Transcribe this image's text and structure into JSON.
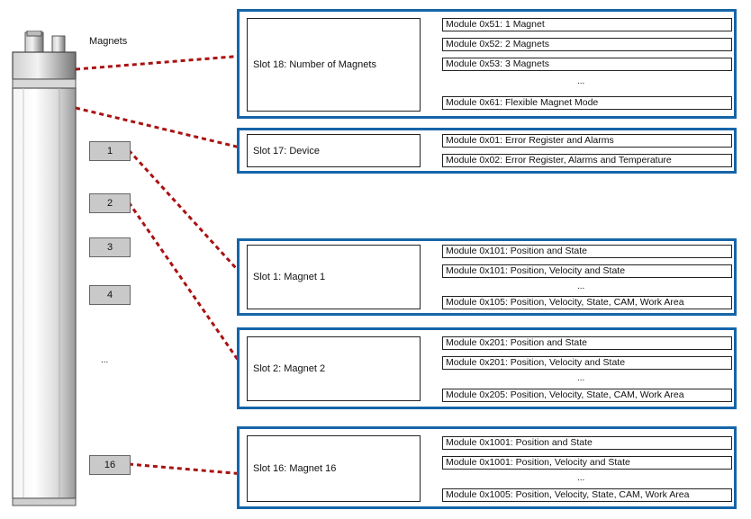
{
  "sensor": {
    "caption": "Magnets"
  },
  "magnets": [
    {
      "id": "1",
      "label": "1"
    },
    {
      "id": "2",
      "label": "2"
    },
    {
      "id": "3",
      "label": "3"
    },
    {
      "id": "4",
      "label": "4"
    },
    {
      "id": "16",
      "label": "16"
    }
  ],
  "magnet_gap": "...",
  "slot_gap": "...",
  "colors": {
    "frame": "#1565a8",
    "arrow": "#22aa44",
    "link": "#aa1111",
    "magnet_fill": "#c9c9c9"
  },
  "groups": [
    {
      "slot": "Slot 18: Number of Magnets",
      "modules": [
        "Module 0x51: 1 Magnet",
        "Module 0x52: 2 Magnets",
        "Module 0x53: 3 Magnets",
        "Module 0x61: Flexible Magnet Mode"
      ]
    },
    {
      "slot": "Slot 17: Device",
      "modules": [
        "Module 0x01: Error Register and Alarms",
        "Module 0x02: Error Register, Alarms and Temperature"
      ]
    },
    {
      "slot": "Slot 1: Magnet 1",
      "modules": [
        "Module 0x101: Position and State",
        "Module 0x101: Position, Velocity and State",
        "Module 0x105: Position, Velocity, State, CAM, Work Area"
      ]
    },
    {
      "slot": "Slot 2: Magnet 2",
      "modules": [
        "Module 0x201: Position and State",
        "Module 0x201: Position, Velocity and State",
        "Module 0x205: Position, Velocity, State, CAM, Work Area"
      ]
    },
    {
      "slot": "Slot 16: Magnet 16",
      "modules": [
        "Module 0x1001: Position and State",
        "Module 0x1001: Position, Velocity and State",
        "Module 0x1005: Position, Velocity, State, CAM, Work Area"
      ]
    }
  ]
}
